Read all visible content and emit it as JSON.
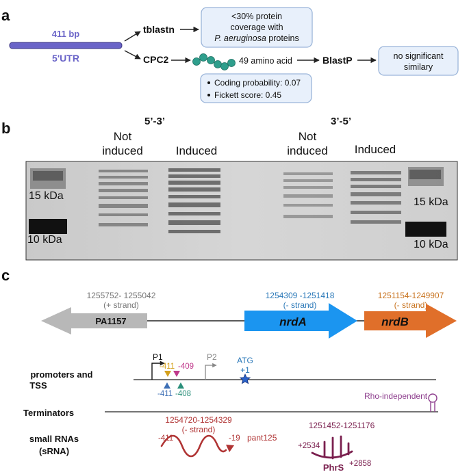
{
  "panel_a": {
    "label": "a",
    "bar_length": "411 bp",
    "bar_name": "5'UTR",
    "tool1": "tblastn",
    "tool1_result_line1": "<30% protein",
    "tool1_result_line2": "coverage with",
    "tool1_result_line3_italic": "P. aeruginosa",
    "tool1_result_line3_rest": " proteins",
    "tool2": "CPC2",
    "peptide_text": "49 amino acid",
    "tool3": "BlastP",
    "tool3_result_line1": "no significant",
    "tool3_result_line2": "similary",
    "bullet1": "Coding probability: 0.07",
    "bullet2": "Fickett score: 0.45",
    "colors": {
      "bar": "#6a64c8",
      "box_bg": "#e8f0fb",
      "box_border": "#9bb5d9",
      "bead": "#2e9e8c"
    }
  },
  "panel_b": {
    "label": "b",
    "group1": "5’-3’",
    "group2": "3’-5’",
    "lane1_line1": "Not",
    "lane1_line2": "induced",
    "lane2": "Induced",
    "lane3_line1": "Not",
    "lane3_line2": "induced",
    "lane4": "Induced",
    "marker_left_top": "15 kDa",
    "marker_left_bottom": "10 kDa",
    "marker_right_top": "15 kDa",
    "marker_right_bottom": "10 kDa"
  },
  "panel_c": {
    "label": "c",
    "gene1_coords": "1255752- 1255042",
    "gene1_strand": "(+ strand)",
    "gene1_name": "PA1157",
    "gene2_coords": "1254309 -1251418",
    "gene2_strand": "(- strand)",
    "gene2_name": "nrdA",
    "gene3_coords": "1251154-1249907",
    "gene3_strand": "(- strand)",
    "gene3_name": "nrdB",
    "row1_label_line1": "promoters and",
    "row1_label_line2": "TSS",
    "p1": "P1",
    "p2": "P2",
    "tss_411_top": "-411",
    "tss_409": "-409",
    "tss_411_bottom": "-411",
    "tss_408": "-408",
    "atg": "ATG",
    "plus1": "+1",
    "row2_label": "Terminators",
    "terminator": "Rho-independent",
    "row3_label_line1": "small RNAs",
    "row3_label_line2": "(sRNA)",
    "srna1_coords": "1254720-1254329",
    "srna1_strand": "(- strand)",
    "srna1_start": "-411",
    "srna1_end": "-19",
    "srna1_name": "pant125",
    "srna2_coords": "1251452-1251176",
    "srna2_start": "+2534",
    "srna2_end": "+2858",
    "srna2_name": "PhrS",
    "colors": {
      "gene1": "#b8b8b8",
      "gene2": "#1b95f0",
      "gene3": "#e06f2a",
      "srna1": "#b03434",
      "srna2": "#7a1f4e",
      "terminator": "#8e3f8e"
    }
  }
}
